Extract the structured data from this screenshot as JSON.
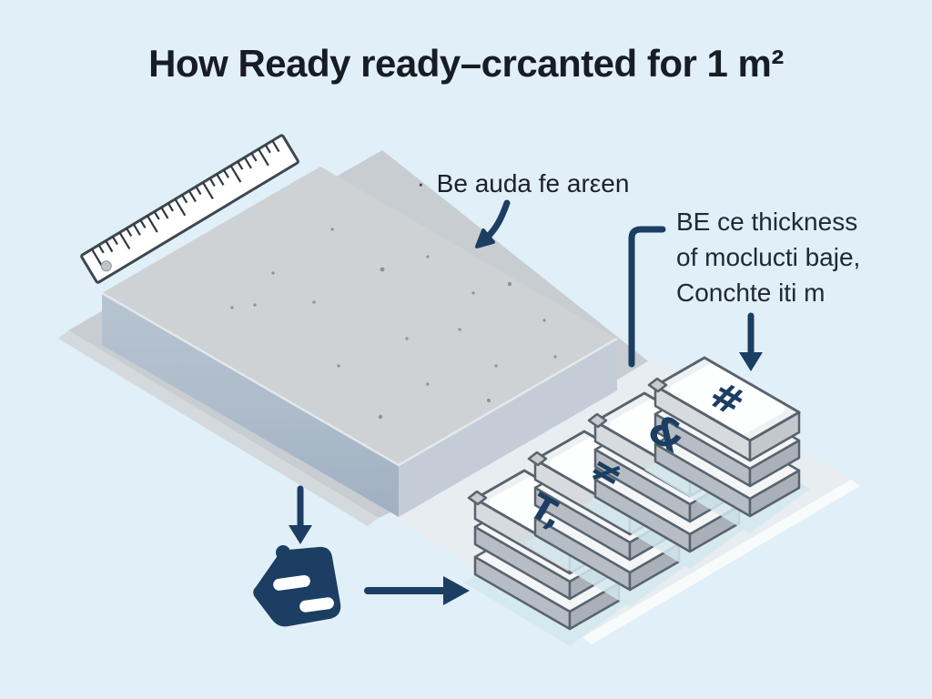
{
  "title": "How Ready ready–crcanted for 1 m²",
  "annotations": {
    "area_note": {
      "bullet": "·",
      "text": "Be auda fe arεen"
    },
    "thickness_note": {
      "line1": "BE ce thickness",
      "line2": "of moclucti baje,",
      "line3": "Conchte iti m"
    }
  },
  "bags": {
    "symbols": [
      "T,",
      "≠",
      "&",
      "#"
    ]
  },
  "colors": {
    "background": "#e1eff8",
    "accent_navy": "#1c3e63",
    "slab_top": "#ced2d4",
    "slab_front_light": "#b7c4d2",
    "slab_front_dark": "#9fb0c1",
    "slab_side": "#c4cdd7",
    "platform_gray": "#c8cdd2",
    "platform_light": "#e7edf1",
    "platform_edge_white": "#f8fbfc",
    "stack_shadow_cyan": "#d2e8ee",
    "bag_white": "#fdfefe",
    "bag_front_gray": "#b7bdc4",
    "outline_slate": "#59636d",
    "ruler_white": "#ffffff",
    "ruler_border": "#3d484f"
  }
}
